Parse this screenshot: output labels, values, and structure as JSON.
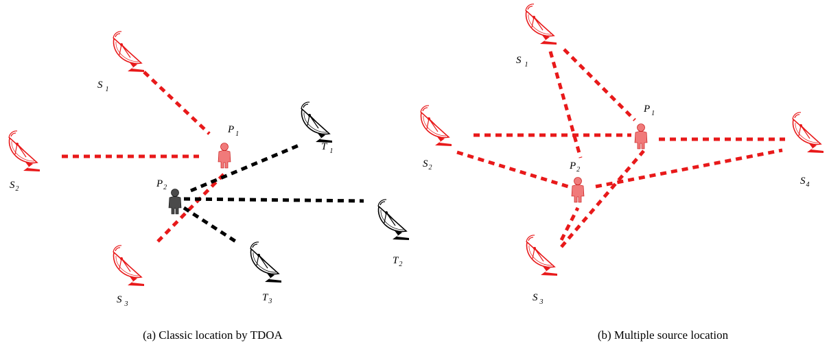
{
  "colors": {
    "source": "#e8191a",
    "target": "#000000",
    "person_red": "#f29494",
    "person_dark": "#4a4a4a"
  },
  "panel_a": {
    "caption": "(a) Classic location by TDOA",
    "labels": {
      "s1": {
        "base": "S",
        "sub": "1"
      },
      "s2": {
        "base": "S",
        "sub": "2"
      },
      "s3": {
        "base": "S",
        "sub": "3"
      },
      "p1": {
        "base": "P",
        "sub": "1"
      },
      "p2": {
        "base": "P",
        "sub": "2"
      },
      "t1": {
        "base": "T",
        "sub": "1"
      },
      "t2": {
        "base": "T",
        "sub": "2"
      },
      "t3": {
        "base": "T",
        "sub": "3"
      }
    }
  },
  "panel_b": {
    "caption": "(b) Multiple source location",
    "labels": {
      "s1": {
        "base": "S",
        "sub": "1"
      },
      "s2": {
        "base": "S",
        "sub": "2"
      },
      "s3": {
        "base": "S",
        "sub": "3"
      },
      "s4": {
        "base": "S",
        "sub": "4"
      },
      "p1": {
        "base": "P",
        "sub": "1"
      },
      "p2": {
        "base": "P",
        "sub": "2"
      }
    }
  },
  "icons": {
    "source_antenna": "satellite-dish-icon",
    "target_antenna": "satellite-dish-icon",
    "person": "person-icon"
  }
}
